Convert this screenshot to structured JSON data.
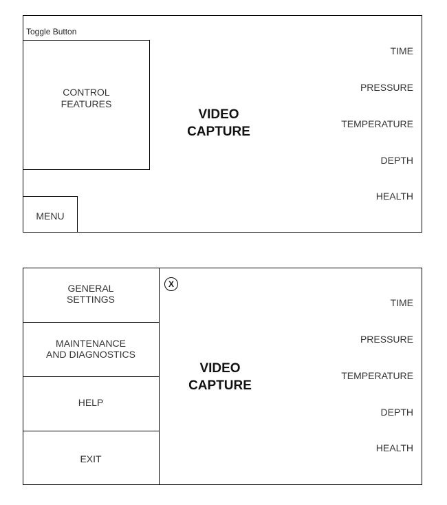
{
  "screen_collapsed": {
    "toggle_label": "Toggle Button",
    "control_features_label": "CONTROL FEATURES",
    "menu_label": "MENU",
    "video_capture_label": "VIDEO CAPTURE",
    "readouts": [
      "TIME",
      "PRESSURE",
      "TEMPERATURE",
      "DEPTH",
      "HEALTH"
    ]
  },
  "screen_expanded": {
    "menu_items": [
      "GENERAL SETTINGS",
      "MAINTENANCE AND DIAGNOSTICS",
      "HELP",
      "EXIT"
    ],
    "close_glyph": "X",
    "video_capture_label": "VIDEO CAPTURE",
    "readouts": [
      "TIME",
      "PRESSURE",
      "TEMPERATURE",
      "DEPTH",
      "HEALTH"
    ]
  }
}
